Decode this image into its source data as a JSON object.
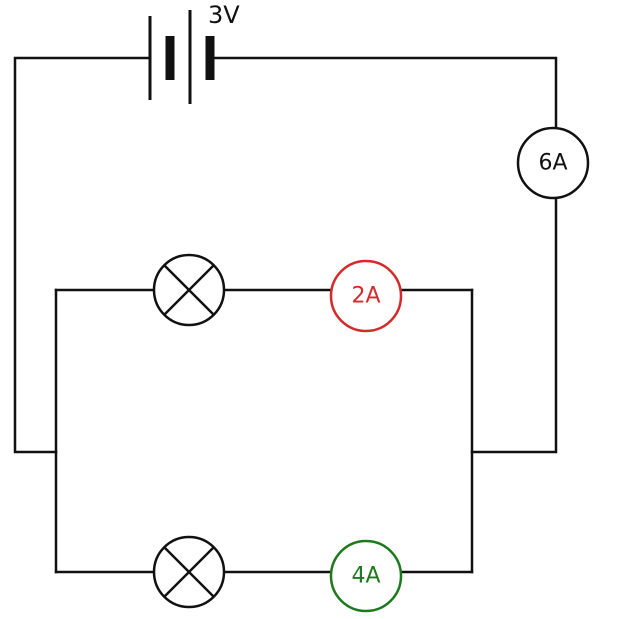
{
  "battery": {
    "label": "3V"
  },
  "ammeters": {
    "main": {
      "label": "6A",
      "color": "#111111"
    },
    "top_branch": {
      "label": "2A",
      "color": "#d42a2a"
    },
    "bottom_branch": {
      "label": "4A",
      "color": "#1c7a1c"
    }
  },
  "lamps": {
    "top_branch": {
      "icon": "lamp-icon"
    },
    "bottom_branch": {
      "icon": "lamp-icon"
    }
  },
  "colors": {
    "wire": "#111111"
  }
}
